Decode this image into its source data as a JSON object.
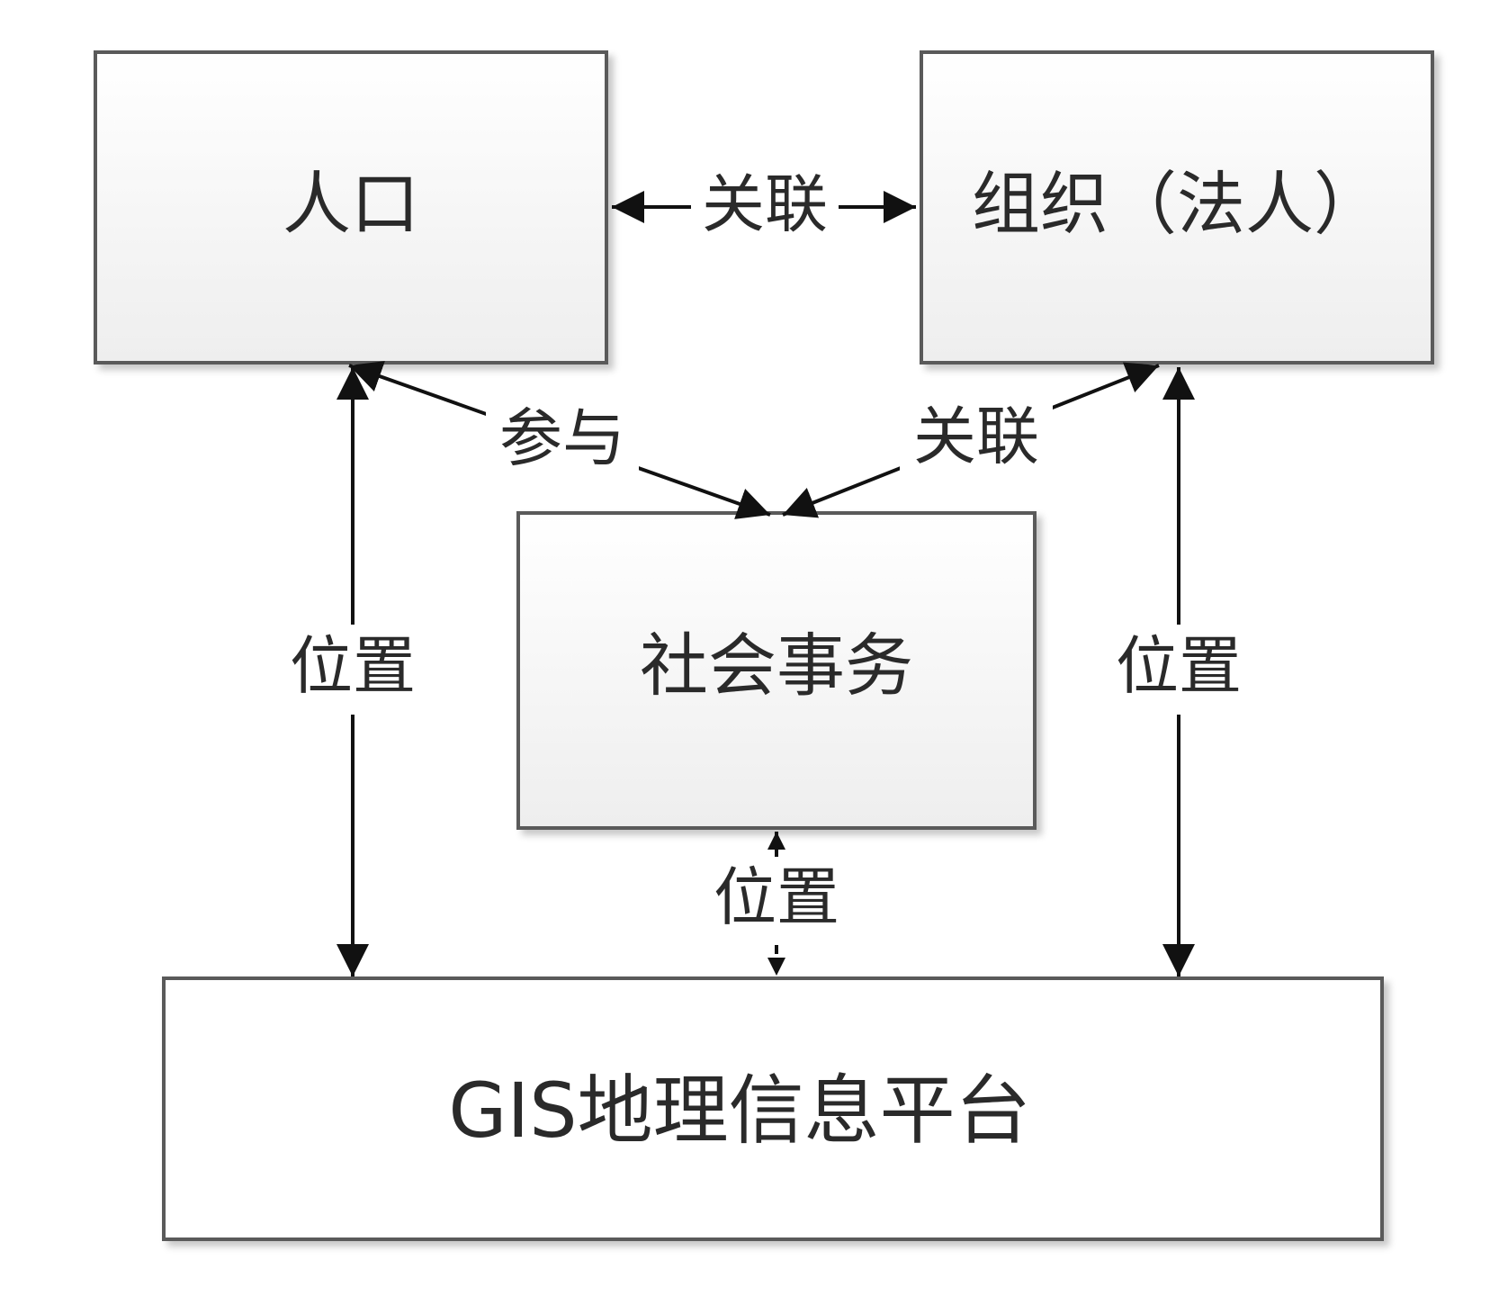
{
  "nodes": {
    "population": {
      "label": "人口"
    },
    "organization": {
      "label": "组织（法人）"
    },
    "social_affairs": {
      "label": "社会事务"
    },
    "gis_platform": {
      "label": "GIS地理信息平台"
    }
  },
  "edges": {
    "population_organization": {
      "label": "关联"
    },
    "population_social": {
      "label": "参与"
    },
    "organization_social": {
      "label": "关联"
    },
    "population_gis": {
      "label": "位置"
    },
    "organization_gis": {
      "label": "位置"
    },
    "social_gis": {
      "label": "位置"
    }
  },
  "colors": {
    "box_fill_top": "#ffffff",
    "box_fill_bottom": "#eeeeee",
    "box_stroke": "#5a5a5a",
    "line": "#111111",
    "text": "#2a2a2a"
  }
}
